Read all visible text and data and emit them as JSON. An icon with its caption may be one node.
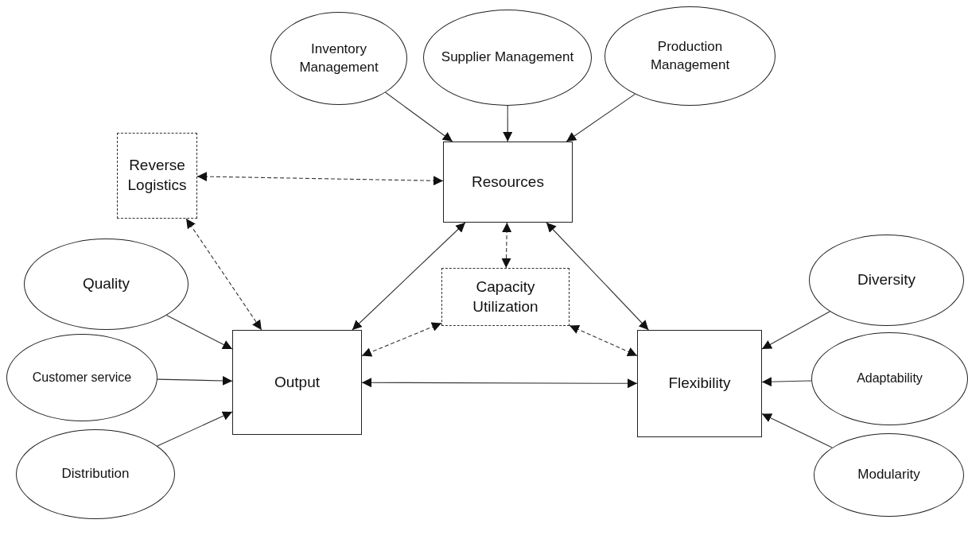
{
  "diagram": {
    "nodes": [
      {
        "text": [
          "Inventory Management"
        ]
      },
      {
        "text": [
          "Supplier Management"
        ]
      },
      {
        "text": [
          "Production Management"
        ]
      },
      {
        "text": [
          "Reverse Logistics"
        ]
      },
      {
        "text": [
          "Resources"
        ]
      },
      {
        "text": [
          "Quality"
        ]
      },
      {
        "text": [
          "Capacity Utilization"
        ]
      },
      {
        "text": [
          "Customer service"
        ]
      },
      {
        "text": [
          "Output"
        ]
      },
      {
        "text": [
          "Flexibility"
        ]
      },
      {
        "text": [
          "Diversity"
        ]
      },
      {
        "text": [
          "Adaptability"
        ]
      },
      {
        "text": [
          "Distribution"
        ]
      },
      {
        "text": [
          "Modularity"
        ]
      }
    ],
    "edges": [
      {
        "from": 0,
        "to": 4,
        "arrow": "to"
      },
      {
        "from": 1,
        "to": 4,
        "arrow": "to"
      },
      {
        "from": 2,
        "to": 4,
        "arrow": "to"
      },
      {
        "from": 3,
        "to": 4,
        "arrow": "both",
        "style": "dashed"
      },
      {
        "from": 3,
        "to": 8,
        "arrow": "both",
        "style": "dashed"
      },
      {
        "from": 8,
        "to": 4,
        "arrow": "both"
      },
      {
        "from": 4,
        "to": 6,
        "arrow": "both",
        "style": "dashed"
      },
      {
        "from": 4,
        "to": 9,
        "arrow": "both"
      },
      {
        "from": 6,
        "to": 8,
        "arrow": "both",
        "style": "dashed"
      },
      {
        "from": 6,
        "to": 9,
        "arrow": "both",
        "style": "dashed"
      },
      {
        "from": 8,
        "to": 9,
        "arrow": "both"
      },
      {
        "from": 5,
        "to": 8,
        "arrow": "to"
      },
      {
        "from": 7,
        "to": 8,
        "arrow": "to"
      },
      {
        "from": 12,
        "to": 8,
        "arrow": "to"
      },
      {
        "from": 10,
        "to": 9,
        "arrow": "to"
      },
      {
        "from": 11,
        "to": 9,
        "arrow": "to"
      },
      {
        "from": 13,
        "to": 9,
        "arrow": "to"
      }
    ]
  }
}
